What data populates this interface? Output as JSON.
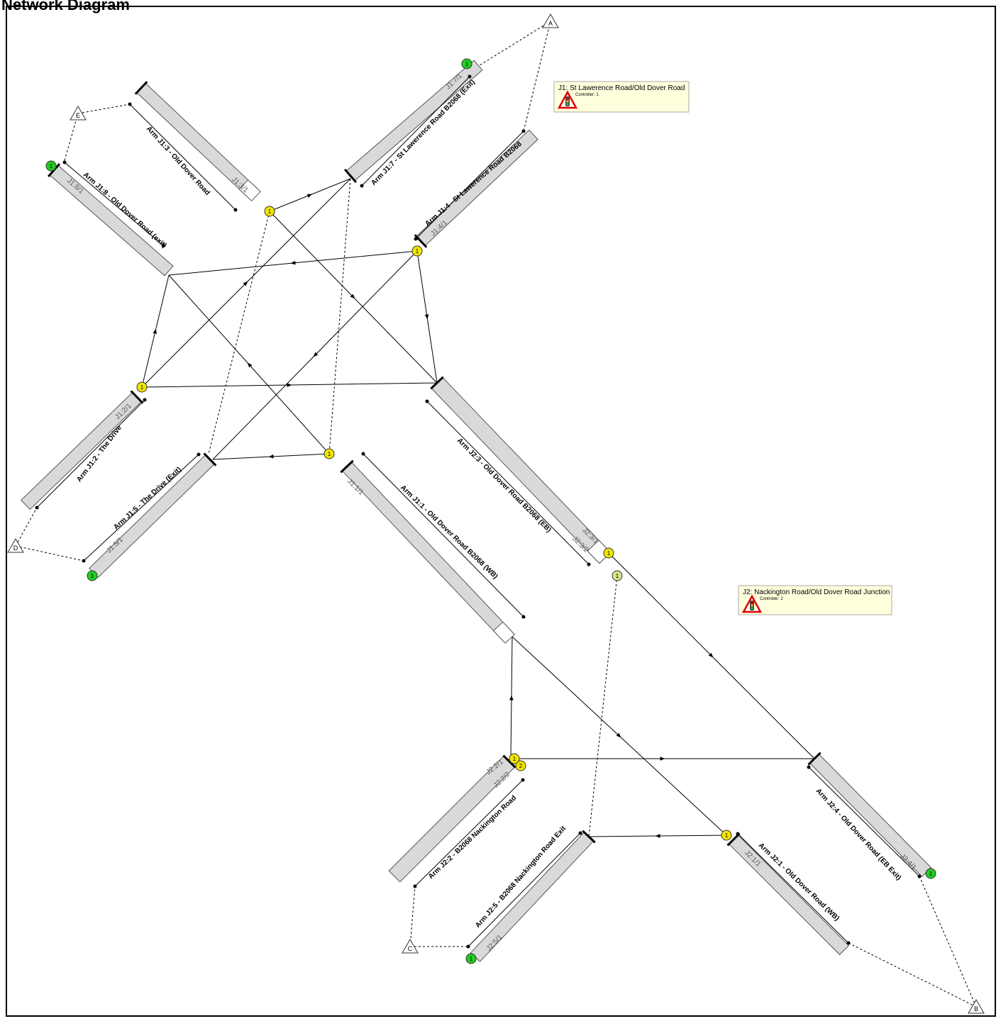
{
  "header": {
    "title": "Network Diagram"
  },
  "colors": {
    "lane_fill": "#d9d9d9",
    "lane_stroke": "#555555",
    "link": "#000000",
    "signal_yellow": "#f2e600",
    "signal_green": "#22cc22",
    "zone_fill": "#ffffff",
    "callout_fill": "#ffffdd",
    "callout_stroke": "#a8a8a8",
    "warning_red": "#e00000"
  },
  "zones": [
    "A",
    "B",
    "C",
    "D",
    "E"
  ],
  "junctions": [
    {
      "id": "J1",
      "title": "J1: St Lawerence Road/Old Dover Road",
      "controller": "Controller: 1"
    },
    {
      "id": "J2",
      "title": "J2: Nackington Road/Old Dover Road Junction",
      "controller": "Controller: 2"
    }
  ],
  "arms": [
    {
      "id": "J1:3",
      "label": "Arm J1:3 - Old Dover Road",
      "lanes": [
        "J1:3/1"
      ]
    },
    {
      "id": "J1:7",
      "label": "Arm J1:7 - St Lawerence Road B2068 (Exit)",
      "lanes": [
        "J1:7/1"
      ]
    },
    {
      "id": "J1:4",
      "label": "Arm J1:4 - St Lawerence Road B2068",
      "lanes": [
        "J1:4/1"
      ]
    },
    {
      "id": "J1:8",
      "label": "Arm J1:8 - Old Dover Road (exit)",
      "lanes": [
        "J1:8/1"
      ]
    },
    {
      "id": "J1:2",
      "label": "Arm J1:2 - The Drive",
      "lanes": [
        "J1:2/1"
      ]
    },
    {
      "id": "J1:5",
      "label": "Arm J1:5 - The Drive (Exit)",
      "lanes": [
        "J1:5/1"
      ]
    },
    {
      "id": "J1:1",
      "label": "Arm J1:1 - Old Dover Road B2068 (WB)",
      "lanes": [
        "J1:1/1"
      ]
    },
    {
      "id": "J2:3",
      "label": "Arm J2:3 - Old Dover Road B2068 (EB)",
      "lanes": [
        "J2:3/1",
        "J2:3/2"
      ]
    },
    {
      "id": "J2:2",
      "label": "Arm J2:2 - B2068 Nackington Road",
      "lanes": [
        "J2:2/1",
        "J2:2/2"
      ]
    },
    {
      "id": "J2:5",
      "label": "Arm J2:5 - B2068 Nackington Road Exit",
      "lanes": [
        "J2:5/1"
      ]
    },
    {
      "id": "J2:1",
      "label": "Arm J2:1 - Old Dover Road (WB)",
      "lanes": [
        "J2:1/1"
      ]
    },
    {
      "id": "J2:4",
      "label": "Arm J2:4 - Old Dover Road (EB Exit)",
      "lanes": [
        "J2:4/1"
      ]
    }
  ],
  "signals": {
    "stop_line_numbers": [
      "1",
      "1",
      "1",
      "1",
      "1",
      "1",
      "1",
      "2",
      "1",
      "2",
      "1"
    ],
    "exit_numbers": [
      "1",
      "1",
      "1",
      "1",
      "1",
      "1"
    ]
  }
}
